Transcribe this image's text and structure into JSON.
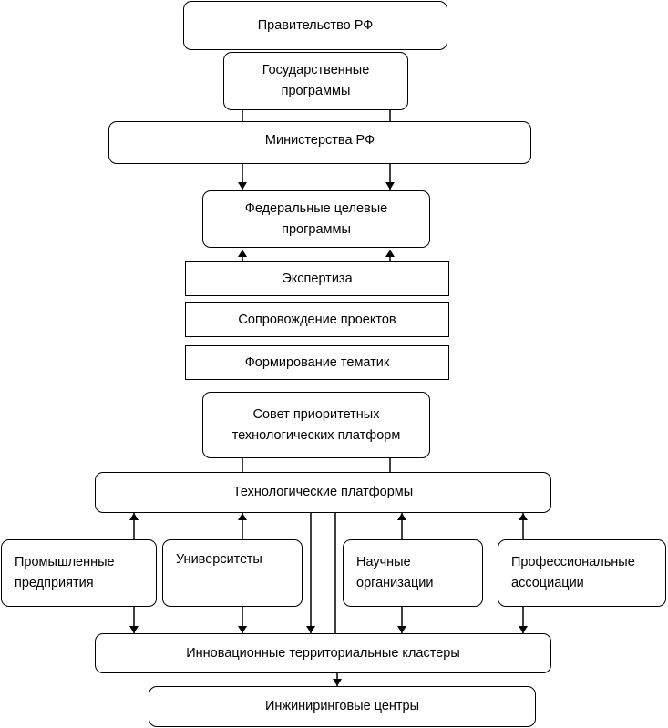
{
  "nodes": {
    "government": "Правительство РФ",
    "state_programs": "Государственные\nпрограммы",
    "ministries": "Министерства РФ",
    "federal_programs": "Федеральные целевые\nпрограммы",
    "expertise": "Экспертиза",
    "project_support": "Сопровождение проектов",
    "topic_formation": "Формирование тематик",
    "council": "Совет приоритетных\nтехнологических платформ",
    "tech_platforms": "Технологические платформы",
    "industrial_enterprises": "Промышленные\nпредприятия",
    "universities": "Университеты",
    "research_organizations": "Научные\nорганизации",
    "professional_associations": "Профессиональные\nассоциации",
    "innovation_clusters": "Инновационные территориальные кластеры",
    "engineering_centers": "Инжиниринговые центры"
  }
}
